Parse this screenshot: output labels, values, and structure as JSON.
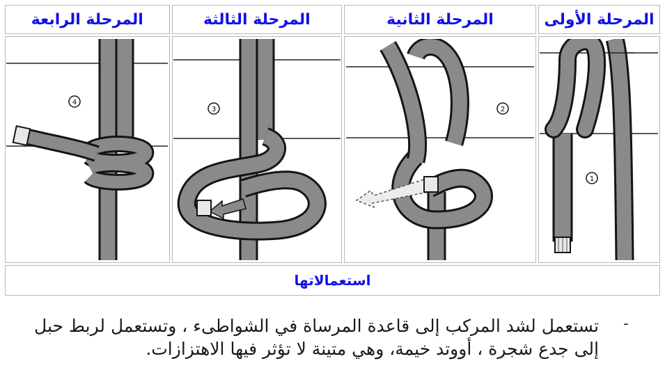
{
  "stages": [
    {
      "title": "المرحلة الأولى",
      "number": "1"
    },
    {
      "title": "المرحلة الثانية",
      "number": "2"
    },
    {
      "title": "المرحلة الثالثة",
      "number": "3"
    },
    {
      "title": "المرحلة الرابعة",
      "number": "4"
    }
  ],
  "uses_title": "استعمالاتها",
  "description": {
    "bullet": "-",
    "text": "تستعمل لشد المركب إلى قاعدة المرساة في الشواطىء ، وتستعمل لربط حبل إلى جدع شجرة ، أووتد خيمة، وهي متينة لا تؤثر فيها الاهتزازات."
  },
  "colors": {
    "title_blue": "#1010e6",
    "rope_gray": "#8a8a8a",
    "rope_outline": "#141414"
  }
}
